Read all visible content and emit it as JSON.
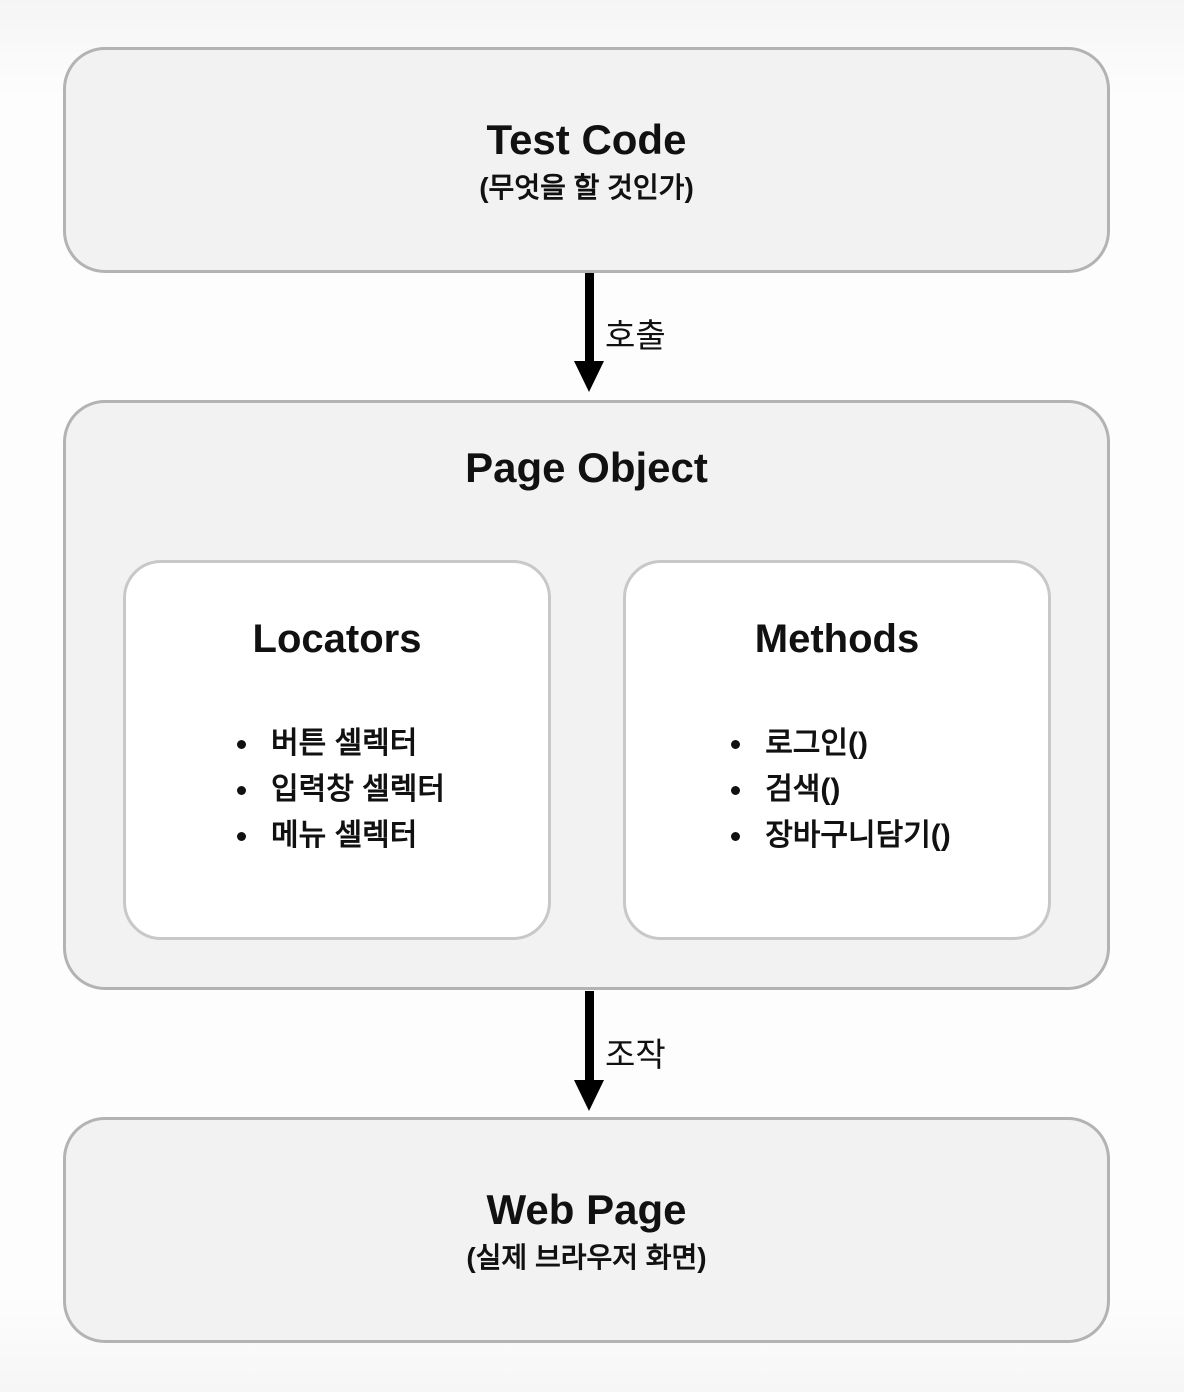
{
  "diagram": {
    "nodes": {
      "test_code": {
        "title": "Test Code",
        "subtitle": "(무엇을 할 것인가)"
      },
      "page_object": {
        "title": "Page Object",
        "locators": {
          "title": "Locators",
          "items": [
            "버튼 셀렉터",
            "입력창 셀렉터",
            "메뉴 셀렉터"
          ]
        },
        "methods": {
          "title": "Methods",
          "items": [
            "로그인()",
            "검색()",
            "장바구니담기()"
          ]
        }
      },
      "web_page": {
        "title": "Web Page",
        "subtitle": "(실제 브라우저 화면)"
      }
    },
    "arrows": [
      {
        "label": "호출"
      },
      {
        "label": "조작"
      }
    ],
    "colors": {
      "canvas_bg": "#fdfdfd",
      "outer_box_fill": "#f2f2f2",
      "outer_box_border": "#b3b3b3",
      "inner_box_fill": "#ffffff",
      "inner_box_border": "#c8c8c8",
      "text": "#111111",
      "arrow": "#000000"
    }
  }
}
